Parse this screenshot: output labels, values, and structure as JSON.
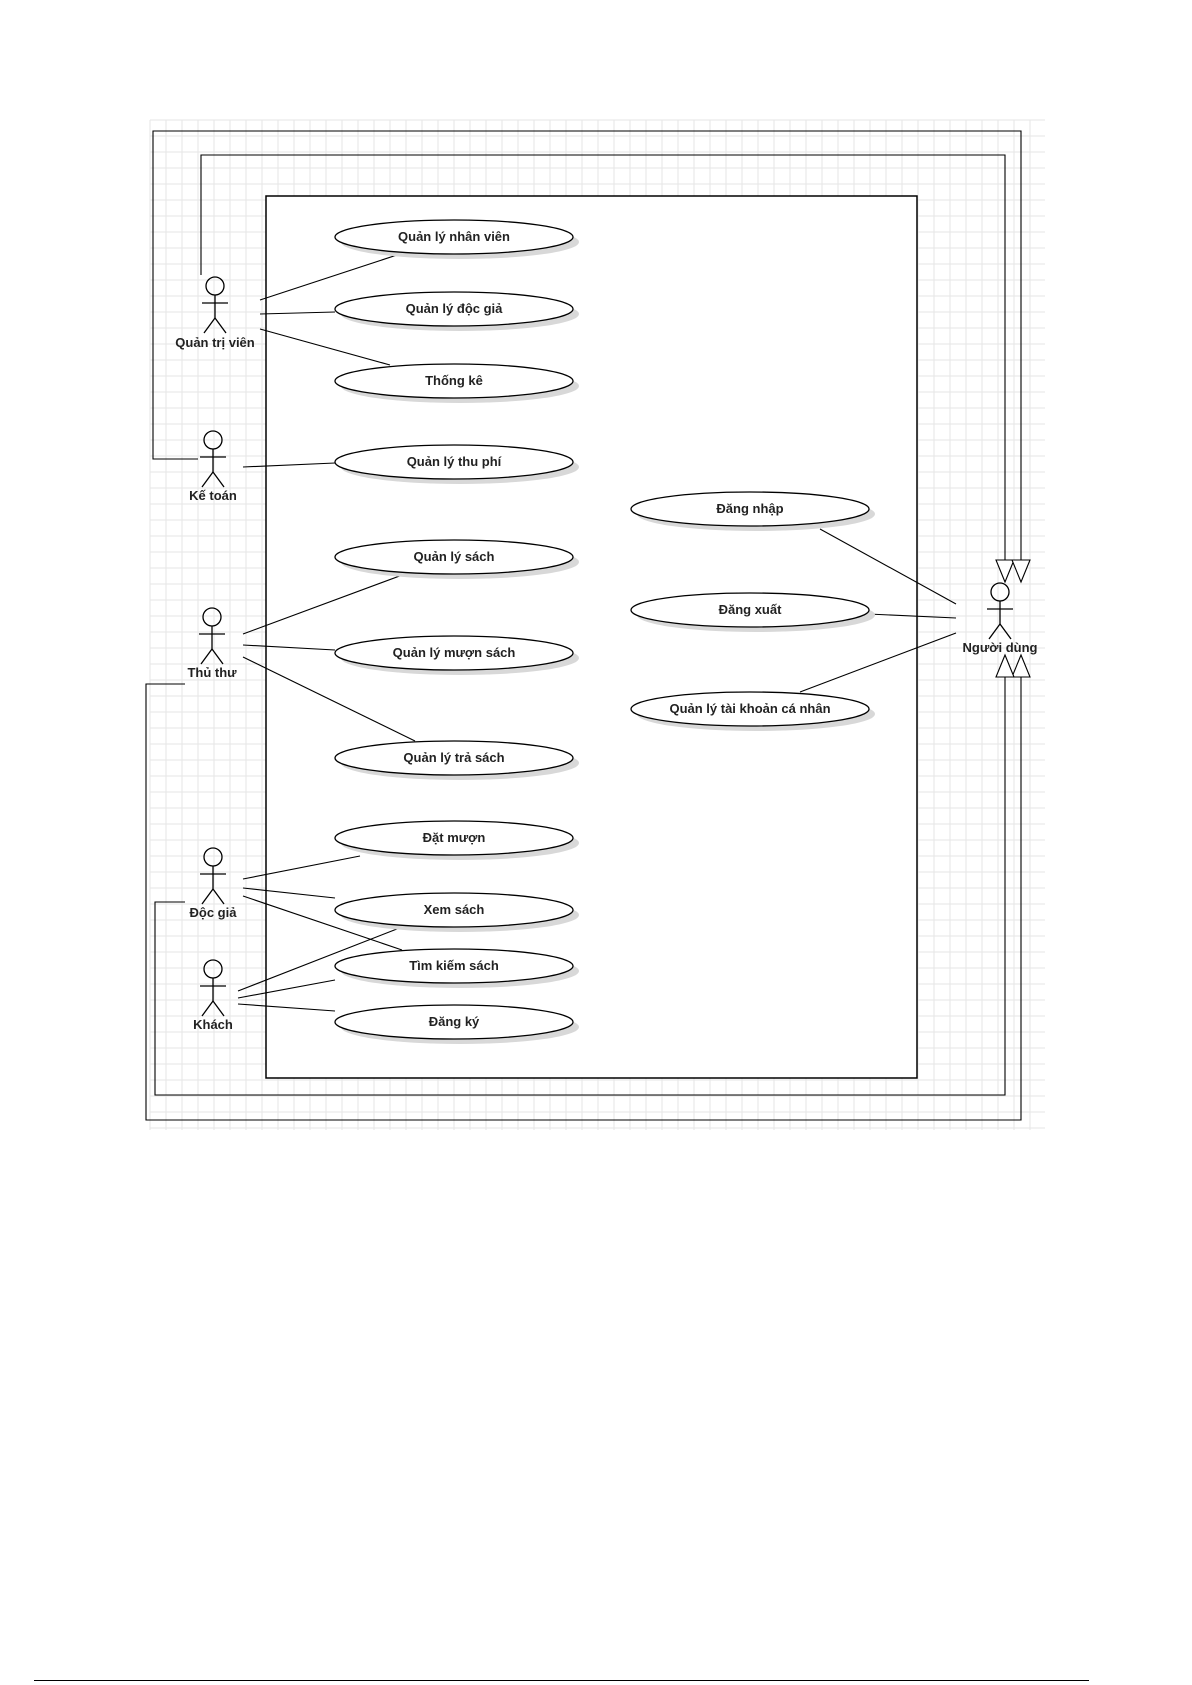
{
  "actors": [
    {
      "id": "admin",
      "label": "Quản trị viên"
    },
    {
      "id": "accountant",
      "label": "Kế toán"
    },
    {
      "id": "librarian",
      "label": "Thủ thư"
    },
    {
      "id": "reader",
      "label": "Độc giả"
    },
    {
      "id": "guest",
      "label": "Khách"
    },
    {
      "id": "user",
      "label": "Người dùng"
    }
  ],
  "use_cases": [
    {
      "id": "uc_staff",
      "label": "Quản lý nhân viên"
    },
    {
      "id": "uc_readers",
      "label": "Quản lý độc giả"
    },
    {
      "id": "uc_stats",
      "label": "Thống kê"
    },
    {
      "id": "uc_fees",
      "label": "Quản lý thu phí"
    },
    {
      "id": "uc_books",
      "label": "Quản lý sách"
    },
    {
      "id": "uc_borrow",
      "label": "Quản lý mượn sách"
    },
    {
      "id": "uc_return",
      "label": "Quản lý trả sách"
    },
    {
      "id": "uc_reserve",
      "label": "Đặt mượn"
    },
    {
      "id": "uc_view",
      "label": "Xem sách"
    },
    {
      "id": "uc_search",
      "label": "Tìm kiếm sách"
    },
    {
      "id": "uc_register",
      "label": "Đăng ký"
    },
    {
      "id": "uc_login",
      "label": "Đăng nhập"
    },
    {
      "id": "uc_logout",
      "label": "Đăng xuất"
    },
    {
      "id": "uc_account",
      "label": "Quản lý tài khoản cá nhân"
    }
  ],
  "associations": [
    [
      "admin",
      "uc_staff"
    ],
    [
      "admin",
      "uc_readers"
    ],
    [
      "admin",
      "uc_stats"
    ],
    [
      "accountant",
      "uc_fees"
    ],
    [
      "librarian",
      "uc_books"
    ],
    [
      "librarian",
      "uc_borrow"
    ],
    [
      "librarian",
      "uc_return"
    ],
    [
      "reader",
      "uc_reserve"
    ],
    [
      "reader",
      "uc_view"
    ],
    [
      "reader",
      "uc_search"
    ],
    [
      "guest",
      "uc_view"
    ],
    [
      "guest",
      "uc_search"
    ],
    [
      "guest",
      "uc_register"
    ],
    [
      "user",
      "uc_login"
    ],
    [
      "user",
      "uc_logout"
    ],
    [
      "user",
      "uc_account"
    ]
  ],
  "generalizations": [
    [
      "admin",
      "user"
    ],
    [
      "accountant",
      "user"
    ],
    [
      "librarian",
      "user"
    ],
    [
      "reader",
      "user"
    ]
  ]
}
